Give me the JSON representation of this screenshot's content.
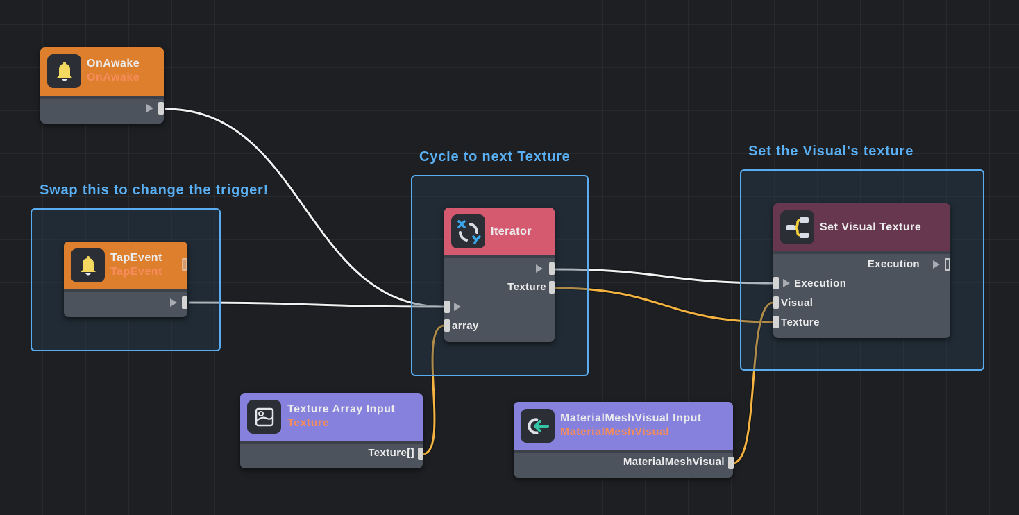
{
  "graph": {
    "comments": [
      {
        "id": "trigger",
        "title": "Swap this to change the trigger!"
      },
      {
        "id": "cycle",
        "title": "Cycle to next Texture"
      },
      {
        "id": "set",
        "title": "Set the Visual's texture"
      }
    ],
    "nodes": {
      "on_awake": {
        "title": "OnAwake",
        "subtitle": "OnAwake",
        "icon": "bell-icon",
        "color": "#dd7f2d"
      },
      "tap_event": {
        "title": "TapEvent",
        "subtitle": "TapEvent",
        "icon": "bell-icon",
        "color": "#dd7f2d"
      },
      "iterator": {
        "title": "Iterator",
        "icon": "cycle-icon",
        "color": "#d55a70",
        "outputs": [
          "",
          "Texture"
        ],
        "inputs": [
          "",
          "array"
        ]
      },
      "set_visual_texture": {
        "title": "Set Visual Texture",
        "icon": "branch-icon",
        "color": "#66374f",
        "outputs": [
          "Execution"
        ],
        "inputs": [
          "Execution",
          "Visual",
          "Texture"
        ]
      },
      "texture_array_input": {
        "title": "Texture Array Input",
        "subtitle": "Texture",
        "icon": "image-icon",
        "color": "#8581dd",
        "outputs": [
          "Texture[]"
        ]
      },
      "material_mesh_visual_input": {
        "title": "MaterialMeshVisual Input",
        "subtitle": "MaterialMeshVisual",
        "icon": "input-arrow-icon",
        "color": "#8581dd",
        "outputs": [
          "MaterialMeshVisual"
        ]
      }
    },
    "wire_colors": {
      "execution": "#f2f2f2",
      "data": "#f5b341"
    },
    "connections": [
      {
        "from": "on_awake.exec_out",
        "to": "iterator.exec_in",
        "type": "execution"
      },
      {
        "from": "tap_event.exec_out",
        "to": "iterator.exec_in",
        "type": "execution"
      },
      {
        "from": "iterator.exec_out",
        "to": "set_visual_texture.Execution",
        "type": "execution"
      },
      {
        "from": "iterator.Texture",
        "to": "set_visual_texture.Texture",
        "type": "data"
      },
      {
        "from": "texture_array_input.Texture[]",
        "to": "iterator.array",
        "type": "data"
      },
      {
        "from": "material_mesh_visual_input.MaterialMeshVisual",
        "to": "set_visual_texture.Visual",
        "type": "data"
      }
    ]
  }
}
